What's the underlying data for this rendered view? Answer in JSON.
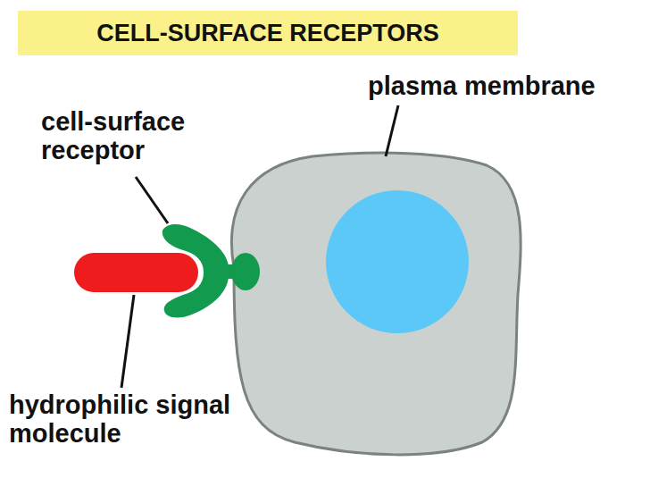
{
  "diagram": {
    "title": "CELL-SURFACE RECEPTORS",
    "labels": [
      "plasma membrane",
      "cell-surface receptor",
      "hydrophilic signal molecule"
    ]
  }
}
